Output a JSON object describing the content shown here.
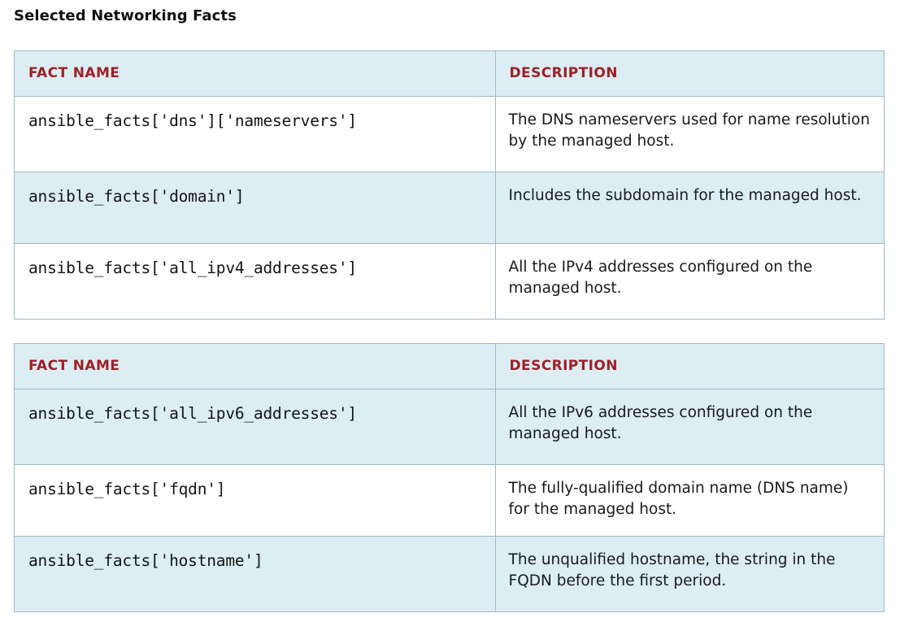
{
  "page": {
    "title": "Selected Networking Facts"
  },
  "tables": [
    {
      "id": "table-1",
      "columns": {
        "fact_name": "FACT NAME",
        "description": "DESCRIPTION"
      },
      "rows": [
        {
          "shaded": false,
          "fact_name": "ansible_facts['dns']['nameservers']",
          "description": "The DNS nameservers used for name resolution by the managed host."
        },
        {
          "shaded": true,
          "fact_name": "ansible_facts['domain']",
          "description": "Includes the subdomain for the managed host."
        },
        {
          "shaded": false,
          "fact_name": "ansible_facts['all_ipv4_addresses']",
          "description": "All the IPv4 addresses configured on the managed host."
        }
      ]
    },
    {
      "id": "table-2",
      "columns": {
        "fact_name": "FACT NAME",
        "description": "DESCRIPTION"
      },
      "rows": [
        {
          "shaded": true,
          "fact_name": "ansible_facts['all_ipv6_addresses']",
          "description": "All the IPv6 addresses configured on the managed host."
        },
        {
          "shaded": false,
          "fact_name": "ansible_facts['fqdn']",
          "description": "The fully-qualified domain name (DNS name) for the managed host."
        },
        {
          "shaded": true,
          "fact_name": "ansible_facts['hostname']",
          "description": "The unqualified hostname, the string in the FQDN before the first period."
        }
      ]
    }
  ],
  "colors": {
    "header_background": "#dcedf4",
    "header_text": "#9e2024",
    "row_shade": "#dcedf4",
    "border": "#9cbcc8",
    "body_text": "#1a1a1a",
    "page_background": "#ffffff"
  }
}
